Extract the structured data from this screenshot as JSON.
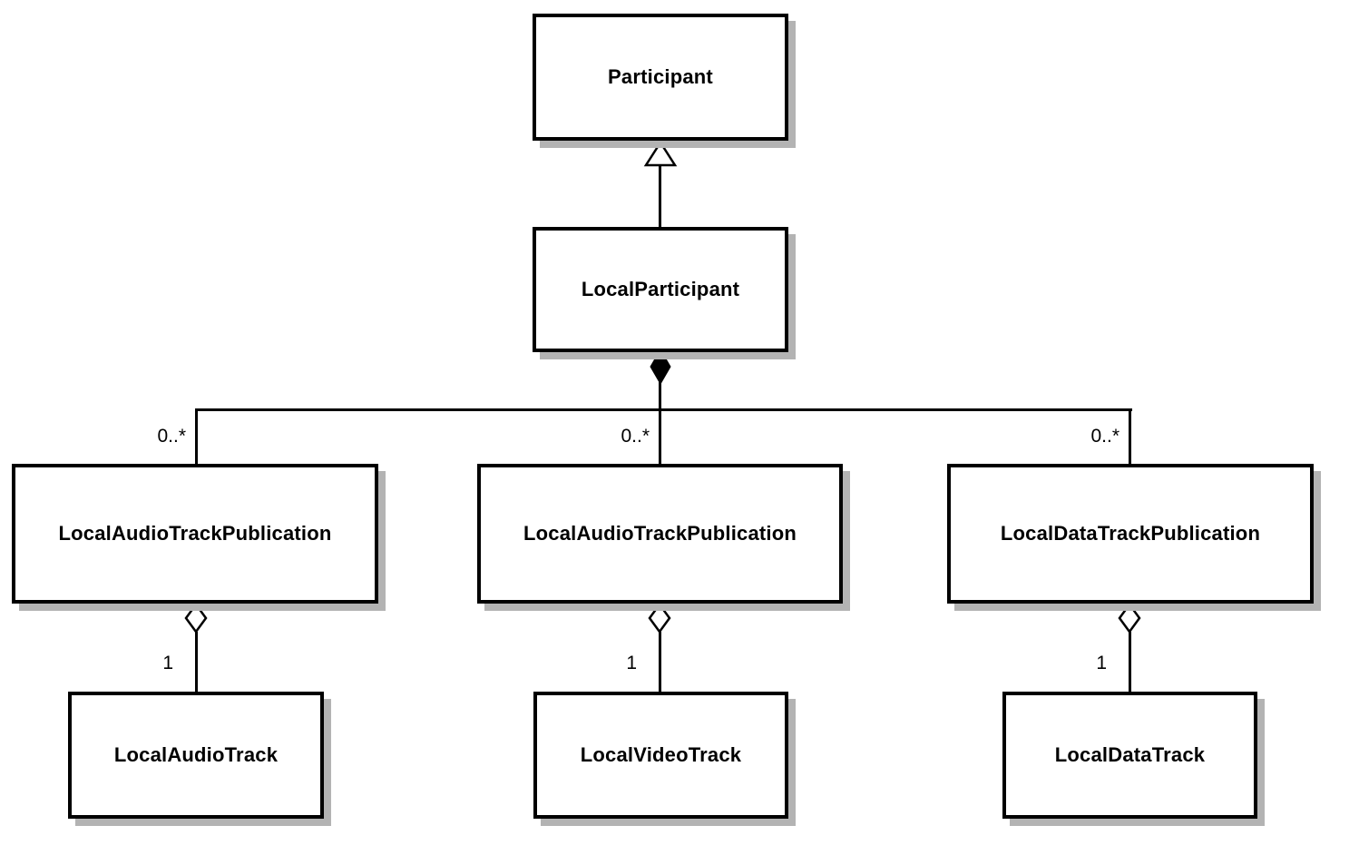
{
  "diagram_type": "uml-class-diagram",
  "nodes": {
    "participant": "Participant",
    "localParticipant": "LocalParticipant",
    "pubLeft": "LocalAudioTrackPublication",
    "pubMid": "LocalAudioTrackPublication",
    "pubRight": "LocalDataTrackPublication",
    "trackLeft": "LocalAudioTrack",
    "trackMid": "LocalVideoTrack",
    "trackRight": "LocalDataTrack"
  },
  "multiplicity": {
    "left_many": "0..*",
    "mid_many": "0..*",
    "right_many": "0..*",
    "left_one": "1",
    "mid_one": "1",
    "right_one": "1"
  },
  "connectors": [
    {
      "type": "inheritance",
      "icon": "inheritance-triangle-icon",
      "from": "LocalParticipant",
      "to": "Participant"
    },
    {
      "type": "composition",
      "icon": "composition-diamond-icon",
      "from": "LocalParticipant",
      "to": "LocalAudioTrackPublication",
      "multiplicity": "0..*"
    },
    {
      "type": "composition",
      "icon": "composition-diamond-icon",
      "from": "LocalParticipant",
      "to": "LocalAudioTrackPublication",
      "multiplicity": "0..*"
    },
    {
      "type": "composition",
      "icon": "composition-diamond-icon",
      "from": "LocalParticipant",
      "to": "LocalDataTrackPublication",
      "multiplicity": "0..*"
    },
    {
      "type": "aggregation",
      "icon": "aggregation-diamond-icon",
      "from": "LocalAudioTrackPublication",
      "to": "LocalAudioTrack",
      "multiplicity": "1"
    },
    {
      "type": "aggregation",
      "icon": "aggregation-diamond-icon",
      "from": "LocalAudioTrackPublication",
      "to": "LocalVideoTrack",
      "multiplicity": "1"
    },
    {
      "type": "aggregation",
      "icon": "aggregation-diamond-icon",
      "from": "LocalDataTrackPublication",
      "to": "LocalDataTrack",
      "multiplicity": "1"
    }
  ],
  "colors": {
    "line": "#000000",
    "fill": "#ffffff",
    "shadow": "#b3b3b3",
    "background": "#ffffff"
  }
}
